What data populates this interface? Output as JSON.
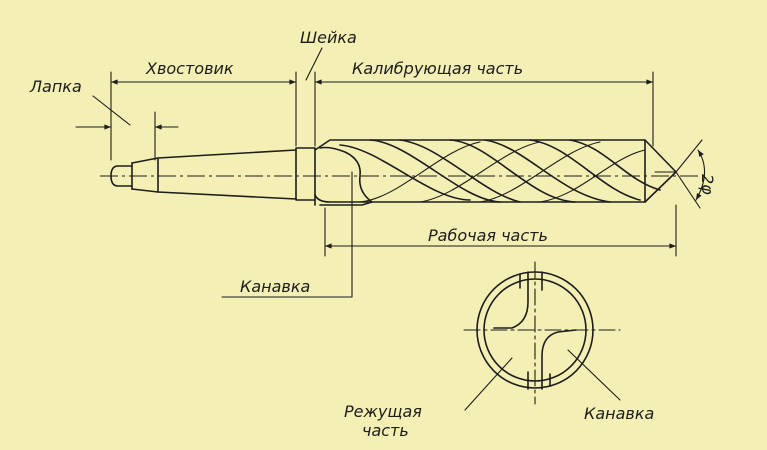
{
  "labels": {
    "lapka": "Лапка",
    "khvostovik": "Хвостовик",
    "sheika": "Шейка",
    "kalibruyushchaya": "Калибрующая часть",
    "rabochaya": "Рабочая часть",
    "kanavka_left": "Канавка",
    "rezhushchaya_line1": "Режущая",
    "rezhushchaya_line2": "часть",
    "kanavka_right": "Канавка",
    "angle": "2φ"
  },
  "colors": {
    "paper": "#f4efb4",
    "ink": "#1d1d1d"
  }
}
